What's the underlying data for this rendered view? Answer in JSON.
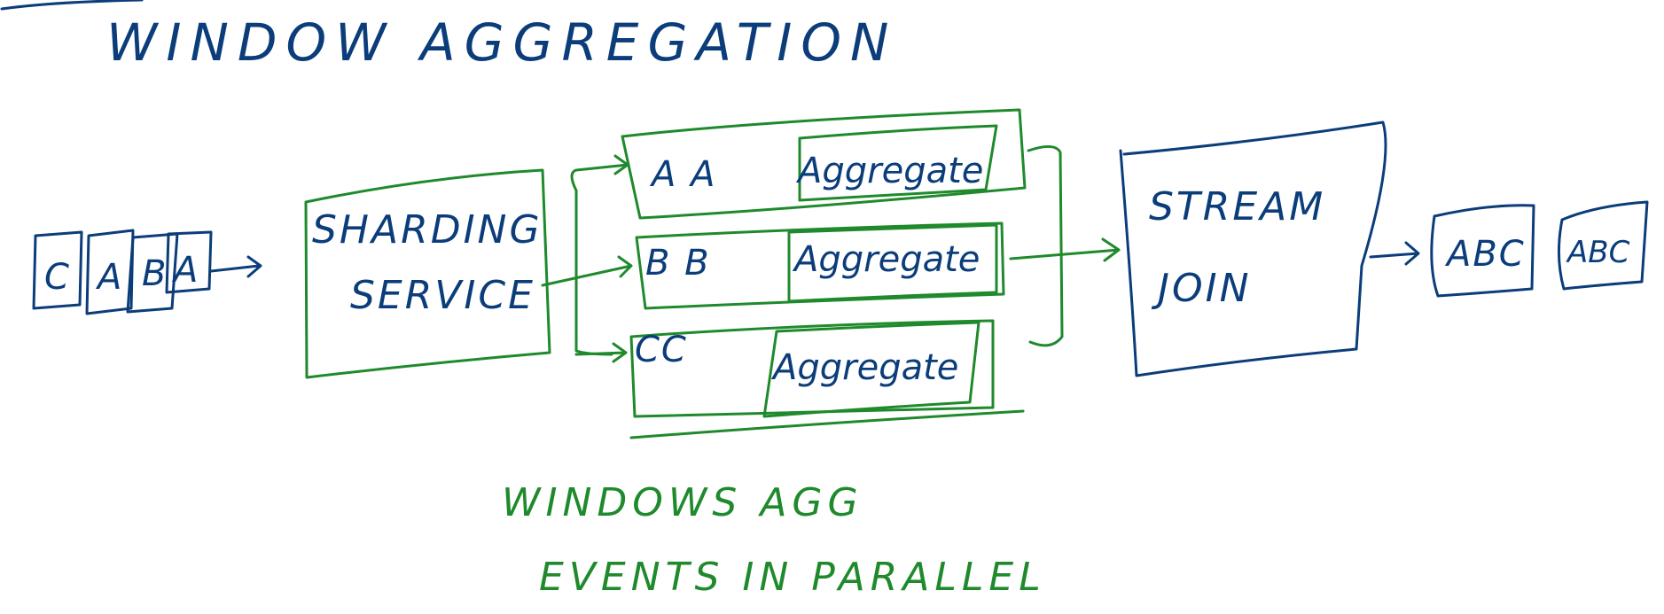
{
  "title": "WINDOW AGGREGATION",
  "input_events": [
    "C",
    "A",
    "B",
    "A"
  ],
  "sharding_service": {
    "line1": "SHARDING",
    "line2": "SERVICE"
  },
  "partitions": [
    {
      "key": "A A",
      "op": "Aggregate"
    },
    {
      "key": "B B",
      "op": "Aggregate"
    },
    {
      "key": "CC",
      "op": "Aggregate"
    }
  ],
  "stream_join": {
    "line1": "STREAM",
    "line2": "JOIN"
  },
  "outputs": [
    "ABC",
    "ABC"
  ],
  "note": {
    "line1": "WINDOWS AGG",
    "line2": "EVENTS IN PARALLEL"
  },
  "colors": {
    "blue_ink": "#0b3d7a",
    "green_ink": "#1f8a2c"
  }
}
